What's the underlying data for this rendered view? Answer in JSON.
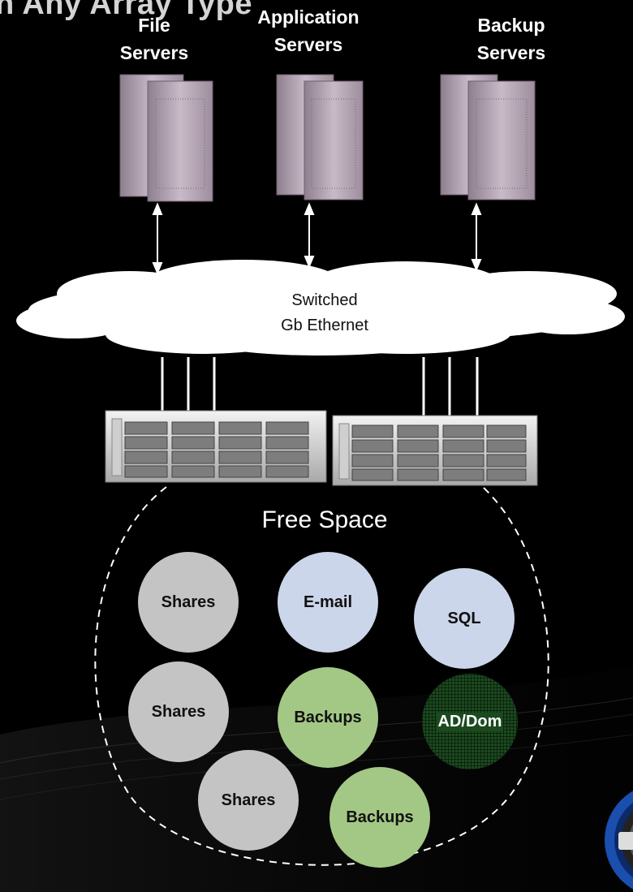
{
  "slide": {
    "title": "n Any Array Type"
  },
  "servers": [
    {
      "line1": "File",
      "line2": "Servers"
    },
    {
      "line1": "Application",
      "line2": "Servers"
    },
    {
      "line1": "Backup",
      "line2": "Servers"
    }
  ],
  "network": {
    "line1": "Switched",
    "line2": "Gb Ethernet"
  },
  "pool": {
    "title": "Free Space",
    "volumes": [
      {
        "label": "Shares",
        "kind": "shares"
      },
      {
        "label": "E-mail",
        "kind": "email"
      },
      {
        "label": "SQL",
        "kind": "sql"
      },
      {
        "label": "Shares",
        "kind": "shares"
      },
      {
        "label": "Backups",
        "kind": "backups"
      },
      {
        "label": "AD/Dom",
        "kind": "ad"
      },
      {
        "label": "Shares",
        "kind": "shares"
      },
      {
        "label": "Backups",
        "kind": "backups"
      }
    ]
  },
  "colors": {
    "background": "#000000",
    "shares": "#c4c4c4",
    "email_sql": "#ccd6ea",
    "backups": "#a3c885",
    "ad": "#1b4a1e",
    "cloud": "#ffffff"
  }
}
